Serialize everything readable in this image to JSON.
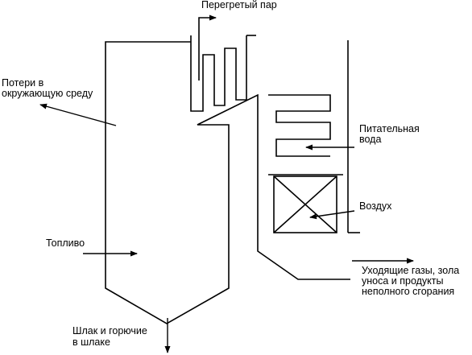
{
  "labels": {
    "superheated_steam": "Перегретый пар",
    "losses_line1": "Потери в",
    "losses_line2": "окружающую среду",
    "feed_water_line1": "Питательная",
    "feed_water_line2": "вода",
    "air": "Воздух",
    "fuel": "Топливо",
    "flue_gases_line1": "Уходящие газы, зола",
    "flue_gases_line2": "уноса и продукты",
    "flue_gases_line3": "неполного сгорания",
    "slag_line1": "Шлак и горючие",
    "slag_line2": "в шлаке"
  },
  "colors": {
    "line": "#000000",
    "background": "#ffffff"
  }
}
